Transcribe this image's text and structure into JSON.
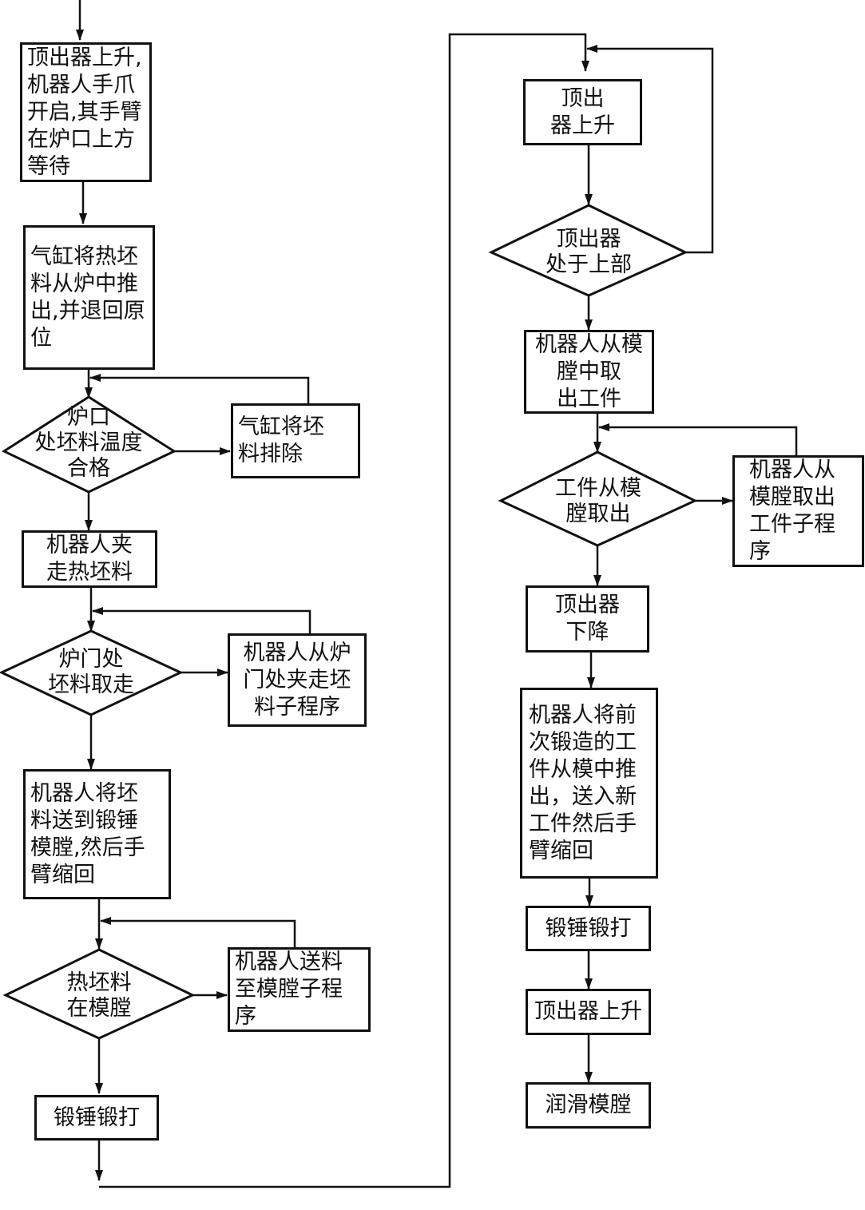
{
  "boxes": {
    "b1": "顶出器上升,\n机器人手爪\n开启,其手臂\n在炉口上方\n等待",
    "b2": "气缸将热坯\n料从炉中推\n出,并退回原\n位",
    "b3": "气缸将坯\n料排除",
    "b4": "机器人夹\n走热坯料",
    "b5": "机器人从炉\n门处夹走坯\n料子程序",
    "b6": "机器人将坯\n料送到锻锤\n模膛,然后手\n臂缩回",
    "b7": "机器人送料\n至模膛子程\n序",
    "b8": "锻锤锻打",
    "r1": "顶出\n器上升",
    "r2": "机器人从模\n膛中取\n出工件",
    "r3": "机器人从\n模膛取出\n工件子程\n序",
    "r4": "顶出器\n下降",
    "r5": "机器人将前\n次锻造的工\n件从模中推\n出，送入新\n工件然后手\n臂缩回",
    "r6": "锻锤锻打",
    "r7": "顶出器上升",
    "r8": "润滑模膛"
  },
  "decisions": {
    "d1": "炉口\n处坯料温度\n合格",
    "d2": "炉门处\n坯料取走",
    "d3": "热坯料\n在模膛",
    "d4": "顶出器\n处于上部",
    "d5": "工件从模\n膛取出"
  }
}
